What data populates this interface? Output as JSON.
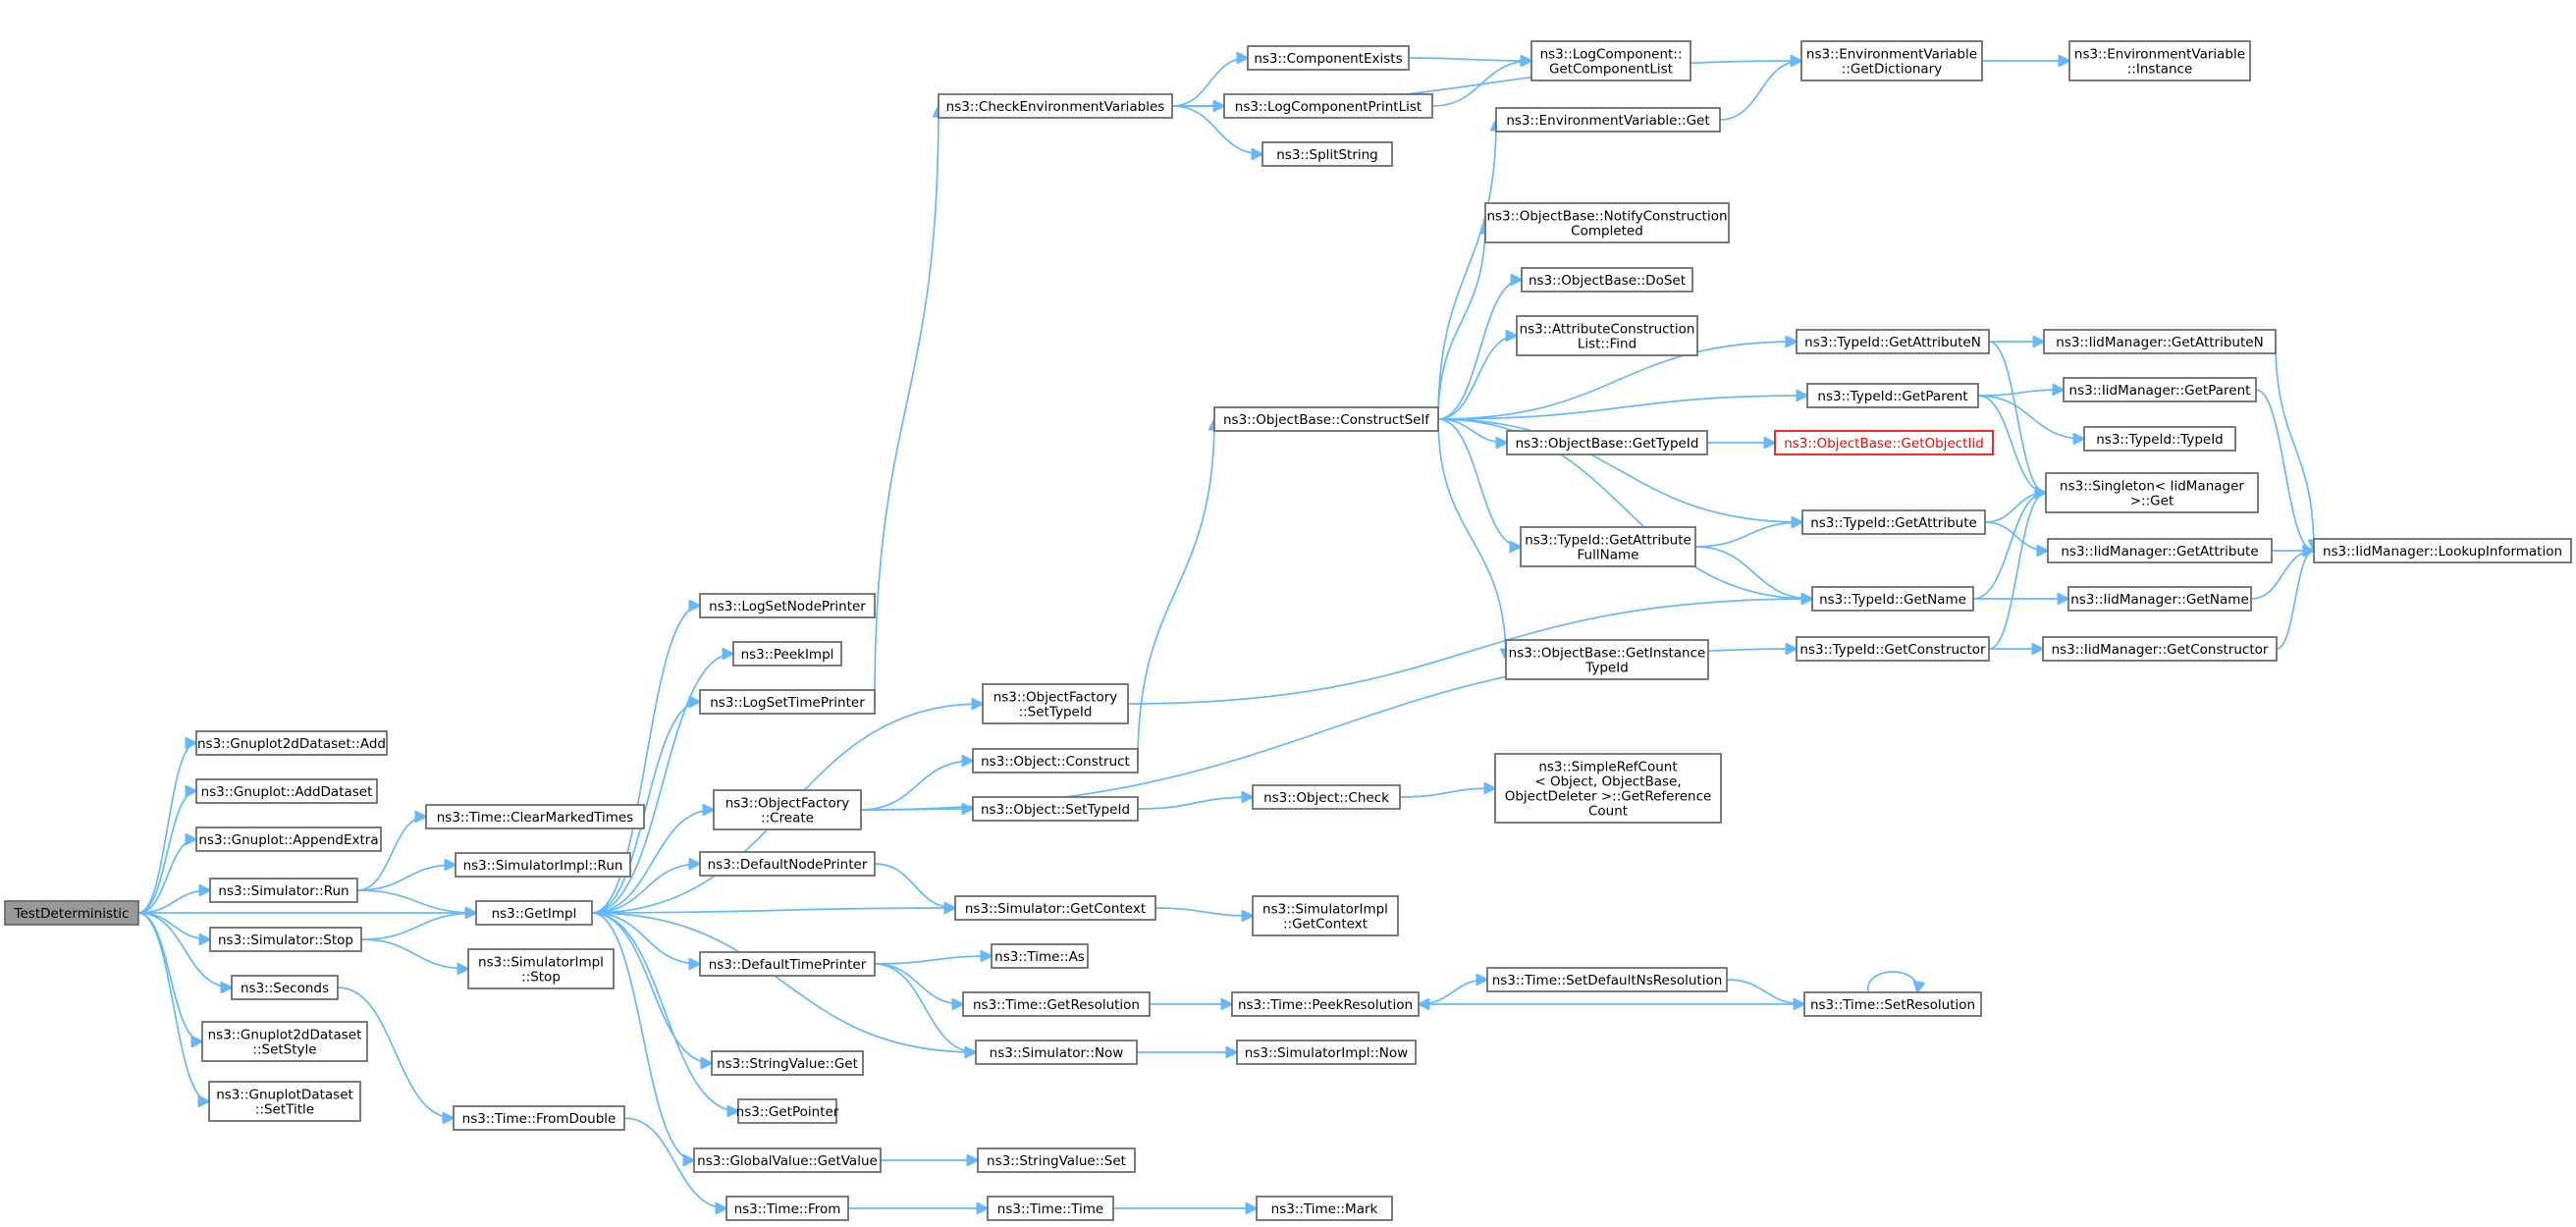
{
  "nodes": [
    {
      "id": "testdet",
      "lines": [
        "TestDeterministic"
      ],
      "root": true
    },
    {
      "id": "g2d_add",
      "lines": [
        "ns3::Gnuplot2dDataset::Add"
      ]
    },
    {
      "id": "gp_adddataset",
      "lines": [
        "ns3::Gnuplot::AddDataset"
      ]
    },
    {
      "id": "gp_appendextra",
      "lines": [
        "ns3::Gnuplot::AppendExtra"
      ]
    },
    {
      "id": "sim_run",
      "lines": [
        "ns3::Simulator::Run"
      ]
    },
    {
      "id": "sim_stop",
      "lines": [
        "ns3::Simulator::Stop"
      ]
    },
    {
      "id": "seconds",
      "lines": [
        "ns3::Seconds"
      ]
    },
    {
      "id": "g2d_setstyle",
      "lines": [
        "ns3::Gnuplot2dDataset",
        "::SetStyle"
      ]
    },
    {
      "id": "gpds_settitle",
      "lines": [
        "ns3::GnuplotDataset",
        "::SetTitle"
      ]
    },
    {
      "id": "time_clearmarked",
      "lines": [
        "ns3::Time::ClearMarkedTimes"
      ]
    },
    {
      "id": "simimpl_run",
      "lines": [
        "ns3::SimulatorImpl::Run"
      ]
    },
    {
      "id": "getimpl",
      "lines": [
        "ns3::GetImpl"
      ]
    },
    {
      "id": "simimpl_stop",
      "lines": [
        "ns3::SimulatorImpl",
        "::Stop"
      ]
    },
    {
      "id": "time_fromdouble",
      "lines": [
        "ns3::Time::FromDouble"
      ]
    },
    {
      "id": "logsetnodeprinter",
      "lines": [
        "ns3::LogSetNodePrinter"
      ]
    },
    {
      "id": "peekimpl",
      "lines": [
        "ns3::PeekImpl"
      ]
    },
    {
      "id": "logsettimeprinter",
      "lines": [
        "ns3::LogSetTimePrinter"
      ]
    },
    {
      "id": "objfactory_create",
      "lines": [
        "ns3::ObjectFactory",
        "::Create"
      ]
    },
    {
      "id": "defaultnodeprinter",
      "lines": [
        "ns3::DefaultNodePrinter"
      ]
    },
    {
      "id": "defaulttimeprinter",
      "lines": [
        "ns3::DefaultTimePrinter"
      ]
    },
    {
      "id": "stringvalue_get",
      "lines": [
        "ns3::StringValue::Get"
      ]
    },
    {
      "id": "getpointer",
      "lines": [
        "ns3::GetPointer"
      ]
    },
    {
      "id": "globalvalue_getvalue",
      "lines": [
        "ns3::GlobalValue::GetValue"
      ]
    },
    {
      "id": "time_from",
      "lines": [
        "ns3::Time::From"
      ]
    },
    {
      "id": "checkenvvars",
      "lines": [
        "ns3::CheckEnvironmentVariables"
      ]
    },
    {
      "id": "objfactory_settypeid",
      "lines": [
        "ns3::ObjectFactory",
        "::SetTypeId"
      ]
    },
    {
      "id": "object_construct",
      "lines": [
        "ns3::Object::Construct"
      ]
    },
    {
      "id": "object_settypeid",
      "lines": [
        "ns3::Object::SetTypeId"
      ]
    },
    {
      "id": "sim_getcontext",
      "lines": [
        "ns3::Simulator::GetContext"
      ]
    },
    {
      "id": "time_as",
      "lines": [
        "ns3::Time::As"
      ]
    },
    {
      "id": "time_getresolution",
      "lines": [
        "ns3::Time::GetResolution"
      ]
    },
    {
      "id": "sim_now",
      "lines": [
        "ns3::Simulator::Now"
      ]
    },
    {
      "id": "stringvalue_set",
      "lines": [
        "ns3::StringValue::Set"
      ]
    },
    {
      "id": "time_time",
      "lines": [
        "ns3::Time::Time"
      ]
    },
    {
      "id": "componentexists",
      "lines": [
        "ns3::ComponentExists"
      ]
    },
    {
      "id": "logcomponentprintlist",
      "lines": [
        "ns3::LogComponentPrintList"
      ]
    },
    {
      "id": "splitstring",
      "lines": [
        "ns3::SplitString"
      ]
    },
    {
      "id": "objbase_constructself",
      "lines": [
        "ns3::ObjectBase::ConstructSelf"
      ]
    },
    {
      "id": "object_check",
      "lines": [
        "ns3::Object::Check"
      ]
    },
    {
      "id": "simimpl_getcontext",
      "lines": [
        "ns3::SimulatorImpl",
        "::GetContext"
      ]
    },
    {
      "id": "time_peekresolution",
      "lines": [
        "ns3::Time::PeekResolution"
      ]
    },
    {
      "id": "simimpl_now",
      "lines": [
        "ns3::SimulatorImpl::Now"
      ]
    },
    {
      "id": "time_mark",
      "lines": [
        "ns3::Time::Mark"
      ]
    },
    {
      "id": "logcomp_getcomplist",
      "lines": [
        "ns3::LogComponent::",
        "GetComponentList"
      ]
    },
    {
      "id": "envvar_get",
      "lines": [
        "ns3::EnvironmentVariable::Get"
      ]
    },
    {
      "id": "objbase_notifyconstruction",
      "lines": [
        "ns3::ObjectBase::NotifyConstruction",
        "Completed"
      ]
    },
    {
      "id": "objbase_doset",
      "lines": [
        "ns3::ObjectBase::DoSet"
      ]
    },
    {
      "id": "attrconstructionlist_find",
      "lines": [
        "ns3::AttributeConstruction",
        "List::Find"
      ]
    },
    {
      "id": "objbase_gettypeid",
      "lines": [
        "ns3::ObjectBase::GetTypeId"
      ]
    },
    {
      "id": "typeid_getattributefullname",
      "lines": [
        "ns3::TypeId::GetAttribute",
        "FullName"
      ]
    },
    {
      "id": "objbase_getinstancetypeid",
      "lines": [
        "ns3::ObjectBase::GetInstance",
        "TypeId"
      ]
    },
    {
      "id": "simplerefcount",
      "lines": [
        "ns3::SimpleRefCount",
        "< Object, ObjectBase,",
        "ObjectDeleter >::GetReference",
        "Count"
      ]
    },
    {
      "id": "time_setdefaultnsres",
      "lines": [
        "ns3::Time::SetDefaultNsResolution"
      ]
    },
    {
      "id": "envvar_getdictionary",
      "lines": [
        "ns3::EnvironmentVariable",
        "::GetDictionary"
      ]
    },
    {
      "id": "typeid_getattributen",
      "lines": [
        "ns3::TypeId::GetAttributeN"
      ]
    },
    {
      "id": "typeid_getparent",
      "lines": [
        "ns3::TypeId::GetParent"
      ]
    },
    {
      "id": "objbase_getobjectiid",
      "lines": [
        "ns3::ObjectBase::GetObjectIid"
      ],
      "highlight": true
    },
    {
      "id": "typeid_getattribute",
      "lines": [
        "ns3::TypeId::GetAttribute"
      ]
    },
    {
      "id": "typeid_getname",
      "lines": [
        "ns3::TypeId::GetName"
      ]
    },
    {
      "id": "typeid_getconstructor",
      "lines": [
        "ns3::TypeId::GetConstructor"
      ]
    },
    {
      "id": "time_setresolution",
      "lines": [
        "ns3::Time::SetResolution"
      ]
    },
    {
      "id": "envvar_instance",
      "lines": [
        "ns3::EnvironmentVariable",
        "::Instance"
      ]
    },
    {
      "id": "iid_getattributen",
      "lines": [
        "ns3::IidManager::GetAttributeN"
      ]
    },
    {
      "id": "iid_getparent",
      "lines": [
        "ns3::IidManager::GetParent"
      ]
    },
    {
      "id": "typeid_typeid",
      "lines": [
        "ns3::TypeId::TypeId"
      ]
    },
    {
      "id": "singleton_get",
      "lines": [
        "ns3::Singleton< IidManager",
        ">::Get"
      ]
    },
    {
      "id": "iid_getattribute",
      "lines": [
        "ns3::IidManager::GetAttribute"
      ]
    },
    {
      "id": "iid_getname",
      "lines": [
        "ns3::IidManager::GetName"
      ]
    },
    {
      "id": "iid_getconstructor",
      "lines": [
        "ns3::IidManager::GetConstructor"
      ]
    },
    {
      "id": "iid_lookupinformation",
      "lines": [
        "ns3::IidManager::LookupInformation"
      ]
    }
  ],
  "edges": [
    [
      "testdet",
      "g2d_add"
    ],
    [
      "testdet",
      "gp_adddataset"
    ],
    [
      "testdet",
      "gp_appendextra"
    ],
    [
      "testdet",
      "sim_run"
    ],
    [
      "testdet",
      "getimpl"
    ],
    [
      "testdet",
      "sim_stop"
    ],
    [
      "testdet",
      "seconds"
    ],
    [
      "testdet",
      "g2d_setstyle"
    ],
    [
      "testdet",
      "gpds_settitle"
    ],
    [
      "sim_run",
      "time_clearmarked"
    ],
    [
      "sim_run",
      "simimpl_run"
    ],
    [
      "sim_run",
      "getimpl"
    ],
    [
      "sim_stop",
      "getimpl"
    ],
    [
      "sim_stop",
      "simimpl_stop"
    ],
    [
      "seconds",
      "time_fromdouble"
    ],
    [
      "time_fromdouble",
      "time_from"
    ],
    [
      "getimpl",
      "logsetnodeprinter"
    ],
    [
      "getimpl",
      "peekimpl"
    ],
    [
      "getimpl",
      "logsettimeprinter"
    ],
    [
      "getimpl",
      "objfactory_settypeid"
    ],
    [
      "getimpl",
      "objfactory_create"
    ],
    [
      "getimpl",
      "defaultnodeprinter"
    ],
    [
      "getimpl",
      "sim_getcontext"
    ],
    [
      "getimpl",
      "defaulttimeprinter"
    ],
    [
      "getimpl",
      "sim_now"
    ],
    [
      "getimpl",
      "stringvalue_get"
    ],
    [
      "getimpl",
      "getpointer"
    ],
    [
      "getimpl",
      "globalvalue_getvalue"
    ],
    [
      "logsettimeprinter",
      "checkenvvars"
    ],
    [
      "objfactory_create",
      "object_construct"
    ],
    [
      "objfactory_create",
      "object_settypeid"
    ],
    [
      "objfactory_create",
      "typeid_getconstructor"
    ],
    [
      "objfactory_settypeid",
      "typeid_getname"
    ],
    [
      "defaultnodeprinter",
      "sim_getcontext"
    ],
    [
      "defaulttimeprinter",
      "time_as"
    ],
    [
      "defaulttimeprinter",
      "time_getresolution"
    ],
    [
      "defaulttimeprinter",
      "sim_now"
    ],
    [
      "globalvalue_getvalue",
      "stringvalue_set"
    ],
    [
      "time_from",
      "time_time"
    ],
    [
      "time_time",
      "time_mark"
    ],
    [
      "checkenvvars",
      "componentexists"
    ],
    [
      "checkenvvars",
      "logcomponentprintlist"
    ],
    [
      "checkenvvars",
      "splitstring"
    ],
    [
      "checkenvvars",
      "envvar_getdictionary"
    ],
    [
      "componentexists",
      "logcomp_getcomplist"
    ],
    [
      "logcomponentprintlist",
      "logcomp_getcomplist"
    ],
    [
      "object_construct",
      "objbase_constructself"
    ],
    [
      "object_settypeid",
      "object_check"
    ],
    [
      "object_check",
      "simplerefcount"
    ],
    [
      "sim_getcontext",
      "simimpl_getcontext"
    ],
    [
      "time_getresolution",
      "time_peekresolution"
    ],
    [
      "sim_now",
      "simimpl_now"
    ],
    [
      "time_peekresolution",
      "time_setdefaultnsres"
    ],
    [
      "time_setdefaultnsres",
      "time_setresolution"
    ],
    [
      "time_setresolution",
      "time_peekresolution"
    ],
    [
      "time_setresolution",
      "time_setresolution"
    ],
    [
      "objbase_constructself",
      "envvar_get"
    ],
    [
      "objbase_constructself",
      "typeid_getattributen"
    ],
    [
      "objbase_constructself",
      "objbase_notifyconstruction"
    ],
    [
      "objbase_constructself",
      "objbase_doset"
    ],
    [
      "objbase_constructself",
      "attrconstructionlist_find"
    ],
    [
      "objbase_constructself",
      "typeid_getparent"
    ],
    [
      "objbase_constructself",
      "objbase_gettypeid"
    ],
    [
      "objbase_constructself",
      "typeid_getattribute"
    ],
    [
      "objbase_constructself",
      "typeid_getattributefullname"
    ],
    [
      "objbase_constructself",
      "typeid_getname"
    ],
    [
      "objbase_constructself",
      "objbase_getinstancetypeid"
    ],
    [
      "envvar_get",
      "envvar_getdictionary"
    ],
    [
      "envvar_getdictionary",
      "envvar_instance"
    ],
    [
      "objbase_gettypeid",
      "objbase_getobjectiid"
    ],
    [
      "typeid_getattributefullname",
      "typeid_getattribute"
    ],
    [
      "typeid_getattributefullname",
      "typeid_getname"
    ],
    [
      "typeid_getattributen",
      "iid_getattributen"
    ],
    [
      "typeid_getattributen",
      "singleton_get"
    ],
    [
      "typeid_getparent",
      "iid_getparent"
    ],
    [
      "typeid_getparent",
      "typeid_typeid"
    ],
    [
      "typeid_getparent",
      "singleton_get"
    ],
    [
      "typeid_getattribute",
      "singleton_get"
    ],
    [
      "typeid_getattribute",
      "iid_getattribute"
    ],
    [
      "typeid_getname",
      "singleton_get"
    ],
    [
      "typeid_getname",
      "iid_getname"
    ],
    [
      "typeid_getconstructor",
      "singleton_get"
    ],
    [
      "typeid_getconstructor",
      "iid_getconstructor"
    ],
    [
      "iid_getattributen",
      "iid_lookupinformation"
    ],
    [
      "iid_getparent",
      "iid_lookupinformation"
    ],
    [
      "iid_getattribute",
      "iid_lookupinformation"
    ],
    [
      "iid_getname",
      "iid_lookupinformation"
    ],
    [
      "iid_getconstructor",
      "iid_lookupinformation"
    ]
  ],
  "colors": {
    "edge": "#63b8ff",
    "node_border": "#666666",
    "root_fill": "#999999",
    "highlight": "#ff0000"
  }
}
